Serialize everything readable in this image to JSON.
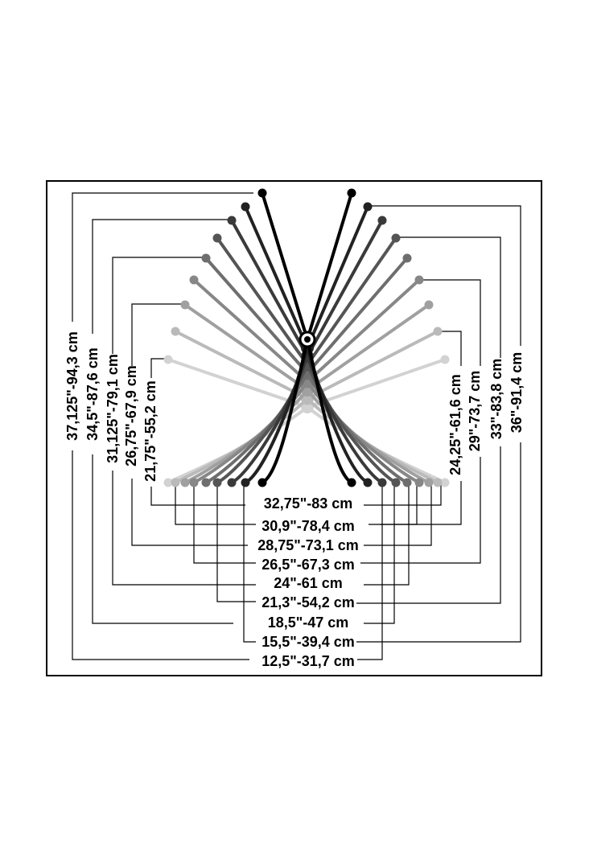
{
  "diagram": {
    "title": "",
    "shade_colors": [
      "#000000",
      "#222222",
      "#3a3a3a",
      "#555555",
      "#6e6e6e",
      "#878787",
      "#a0a0a0",
      "#bababa",
      "#d2d2d2"
    ],
    "circular_lengths": [
      {
        "label": "32,75\"-83 cm"
      },
      {
        "label": "30,9\"-78,4 cm"
      },
      {
        "label": "28,75\"-73,1 cm"
      },
      {
        "label": "26,5\"-67,3 cm"
      },
      {
        "label": "24\"-61 cm"
      },
      {
        "label": "21,3\"-54,2 cm"
      },
      {
        "label": "18,5\"-47 cm"
      },
      {
        "label": "15,5\"-39,4 cm"
      },
      {
        "label": "12,5\"-31,7 cm"
      }
    ],
    "left_lengths": [
      {
        "label": "37,125\"-94,3 cm"
      },
      {
        "label": "34,5\"-87,6 cm"
      },
      {
        "label": "31,125\"-79,1 cm"
      },
      {
        "label": "26,75\"-67,9 cm"
      },
      {
        "label": "21,75\"-55,2 cm"
      }
    ],
    "right_lengths": [
      {
        "label": "24,25\"-61,6 cm"
      },
      {
        "label": "29\"-73,7 cm"
      },
      {
        "label": "33\"-83,8 cm"
      },
      {
        "label": "36\"-91,4 cm"
      }
    ]
  }
}
